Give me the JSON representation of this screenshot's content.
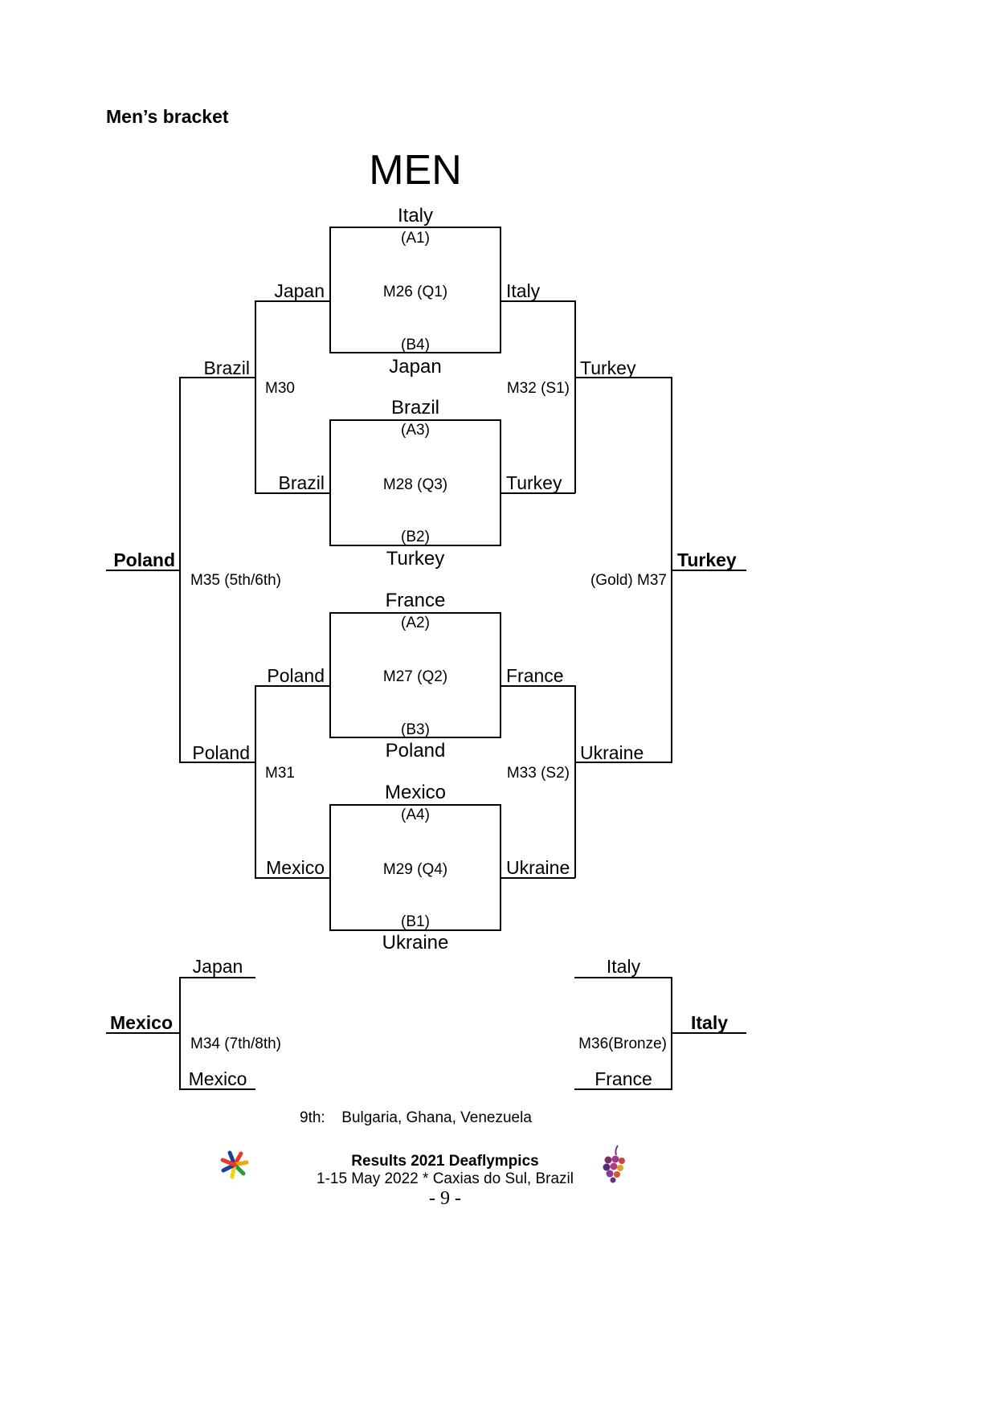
{
  "section_heading": "Men’s bracket",
  "bracket_title": "MEN",
  "quarterfinals": [
    {
      "match": "M26 (Q1)",
      "top_team": "Italy",
      "top_seed": "(A1)",
      "bottom_seed": "(B4)",
      "bottom_team": "Japan",
      "left_entry": "Japan",
      "right_entry": "Italy"
    },
    {
      "match": "M28 (Q3)",
      "top_team": "Brazil",
      "top_seed": "(A3)",
      "bottom_seed": "(B2)",
      "bottom_team": "Turkey",
      "left_entry": "Brazil",
      "right_entry": "Turkey"
    },
    {
      "match": "M27 (Q2)",
      "top_team": "France",
      "top_seed": "(A2)",
      "bottom_seed": "(B3)",
      "bottom_team": "Poland",
      "left_entry": "Poland",
      "right_entry": "France"
    },
    {
      "match": "M29 (Q4)",
      "top_team": "Mexico",
      "top_seed": "(A4)",
      "bottom_seed": "(B1)",
      "bottom_team": "Ukraine",
      "left_entry": "Mexico",
      "right_entry": "Ukraine"
    }
  ],
  "left_brackets": {
    "m30": {
      "label": "M30",
      "winner": "Brazil"
    },
    "m31": {
      "label": "M31",
      "winner": "Poland"
    },
    "m35": {
      "label": "M35 (5th/6th)",
      "winner": "Poland"
    }
  },
  "right_brackets": {
    "m32": {
      "label": "M32 (S1)",
      "winner": "Turkey"
    },
    "m33": {
      "label": "M33 (S2)",
      "winner": "Ukraine"
    },
    "m37": {
      "label": "(Gold) M37",
      "winner": "Turkey"
    }
  },
  "m34": {
    "label": "M34 (7th/8th)",
    "top": "Japan",
    "bottom": "Mexico",
    "winner": "Mexico"
  },
  "m36": {
    "label": "M36(Bronze)",
    "top": "Italy",
    "bottom": "France",
    "winner": "Italy"
  },
  "ninth_place": {
    "label": "9th:",
    "teams": "Bulgaria, Ghana, Venezuela"
  },
  "footer": {
    "title": "Results 2021 Deaflympics",
    "subtitle": "1-15 May 2022 * Caxias do Sul, Brazil",
    "page": "- 9 -"
  }
}
